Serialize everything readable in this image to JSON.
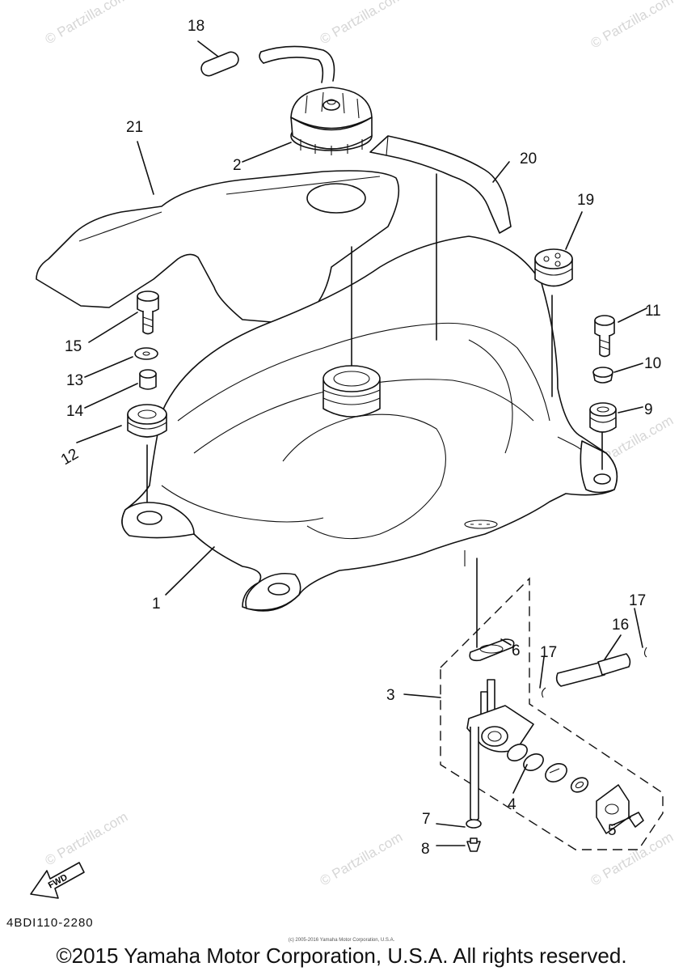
{
  "watermarks": [
    "© Partzilla.com"
  ],
  "part_labels": [
    "1",
    "2",
    "3",
    "4",
    "5",
    "6",
    "7",
    "8",
    "9",
    "10",
    "11",
    "12",
    "13",
    "14",
    "15",
    "16",
    "17",
    "18",
    "19",
    "20",
    "21"
  ],
  "fwd_label": "FWD",
  "drawing_code": "4BDI110-2280",
  "small_copyright": "(c) 2005-2016 Yamaha Motor Corporation, U.S.A.",
  "copyright": "©2015 Yamaha Motor Corporation, U.S.A. All rights reserved."
}
